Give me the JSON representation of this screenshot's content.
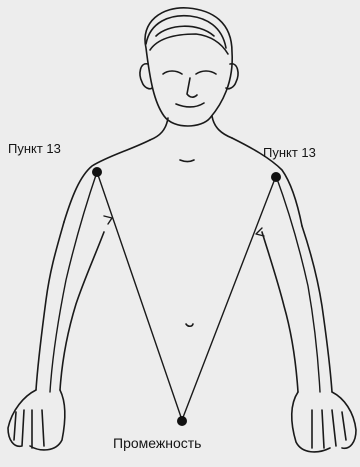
{
  "labels": {
    "point_left": "Пункт 13",
    "point_right": "Пункт 13",
    "perineum": "Промежность"
  },
  "colors": {
    "background": "#ededed",
    "ink": "#151515"
  }
}
